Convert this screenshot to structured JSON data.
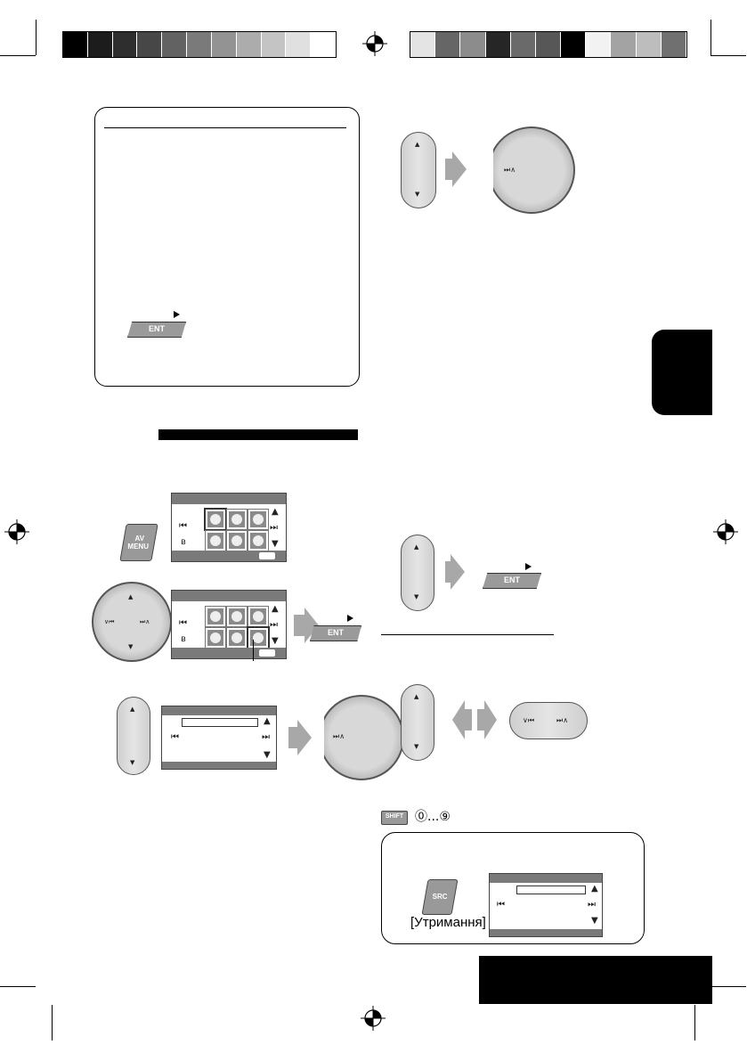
{
  "colors": {
    "calibration_left": [
      "#000000",
      "#1c1c1c",
      "#2e2e2e",
      "#474747",
      "#626262",
      "#7a7a7a",
      "#939393",
      "#acacac",
      "#c4c4c4",
      "#e0e0e0",
      "#ffffff"
    ],
    "calibration_right": [
      "#e4e4e4",
      "#666666",
      "#8c8c8c",
      "#262626",
      "#6a6a6a",
      "#575757",
      "#000000",
      "#f2f2f2",
      "#a3a3a3",
      "#bdbdbd",
      "#707070"
    ],
    "accent": "#000000",
    "panel_gray": "#7a7a7a"
  },
  "buttons": {
    "ent": "ENT",
    "av_menu_line1": "AV",
    "av_menu_line2": "MENU",
    "src": "SRC",
    "shift": "SHIFT"
  },
  "captions": {
    "hold_label": "[Утримання]",
    "preset_keys": "⓪...⑨"
  },
  "icons": {
    "menu_tiles": [
      "settings-icon",
      "equalizer-icon",
      "disc-icon",
      "clock-icon",
      "display-icon",
      "bluetooth-icon"
    ],
    "calibration_mark": "registration-crosshair-icon"
  }
}
